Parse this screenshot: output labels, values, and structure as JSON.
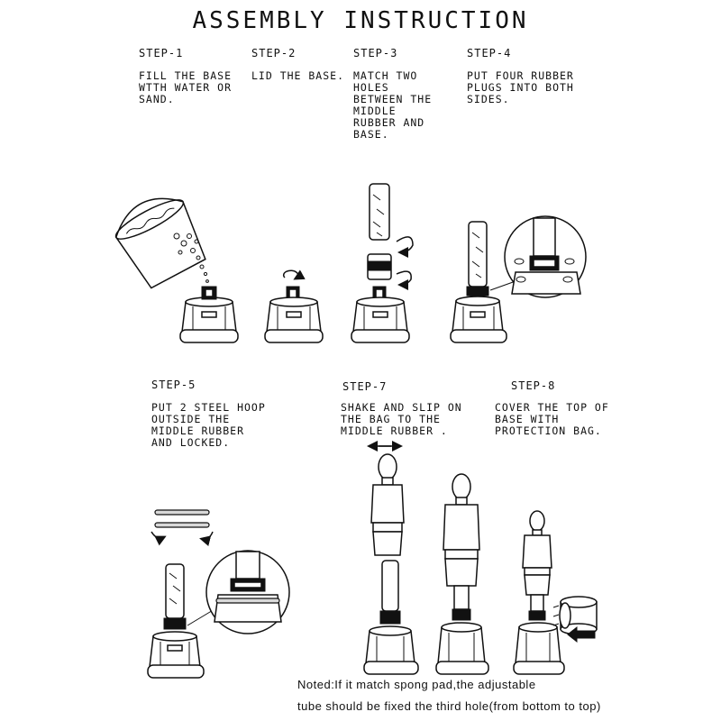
{
  "title": "ASSEMBLY INSTRUCTION",
  "steps": [
    {
      "label": "STEP-1",
      "text": "FILL THE BASE\nWTTH WATER OR\nSAND."
    },
    {
      "label": "STEP-2",
      "text": "LID THE BASE."
    },
    {
      "label": "STEP-3",
      "text": "MATCH TWO\nHOLES\nBETWEEN THE\nMIDDLE\nRUBBER AND\nBASE."
    },
    {
      "label": "STEP-4",
      "text": "PUT FOUR RUBBER\nPLUGS INTO BOTH\nSIDES."
    },
    {
      "label": "STEP-5",
      "text": "PUT 2 STEEL HOOP\nOUTSIDE THE\nMIDDLE RUBBER\nAND LOCKED."
    },
    {
      "label": "STEP-7",
      "text": "SHAKE AND SLIP ON\nTHE BAG TO THE\nMIDDLE RUBBER ."
    },
    {
      "label": "STEP-8",
      "text": "COVER THE TOP OF\nBASE WITH\nPROTECTION BAG."
    }
  ],
  "note": {
    "line1": "Noted:If it match spong pad,the adjustable",
    "line2": "tube should be fixed the third hole(from bottom to top)"
  }
}
